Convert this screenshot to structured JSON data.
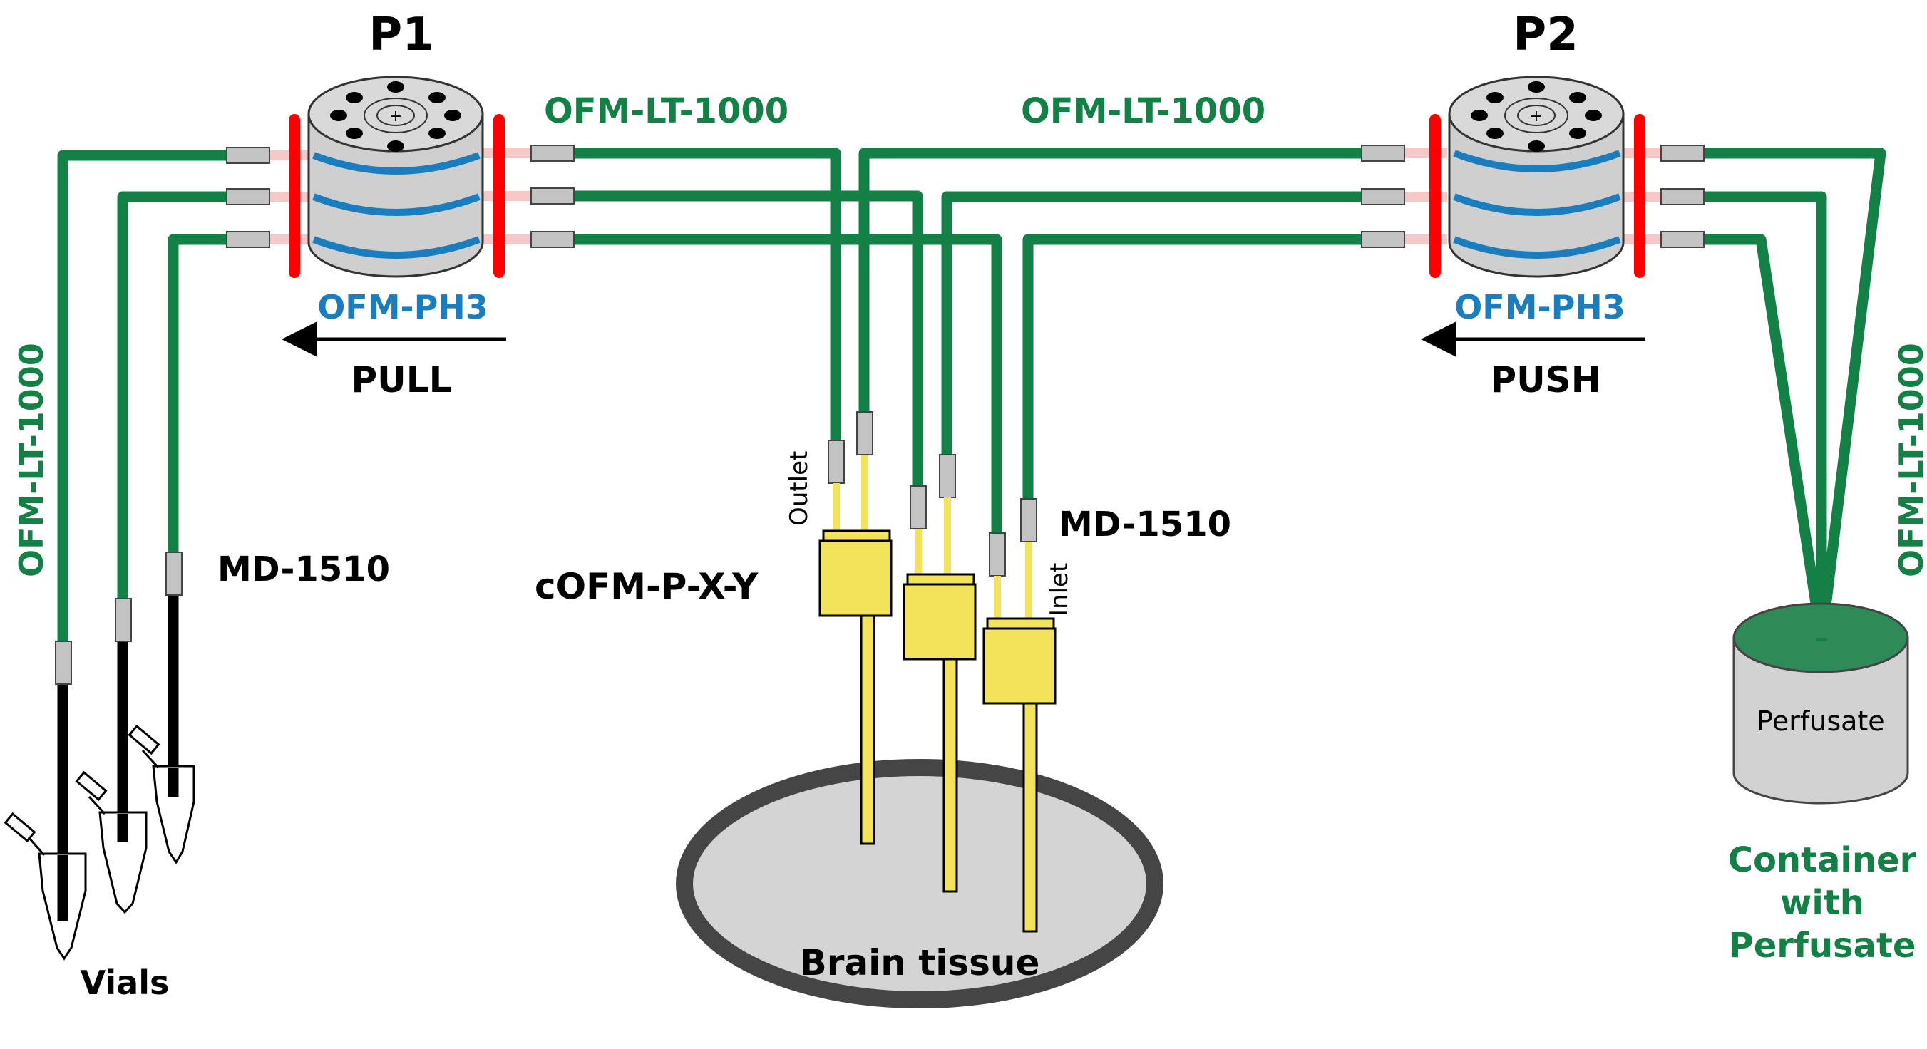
{
  "labels": {
    "p1": "P1",
    "p2": "P2",
    "tubing_p1_right": "OFM-LT-1000",
    "tubing_middle": "OFM-LT-1000",
    "tubing_left_vertical": "OFM-LT-1000",
    "tubing_right_vertical": "OFM-LT-1000",
    "pump_head_p1": "OFM-PH3",
    "pump_head_p2": "OFM-PH3",
    "pull": "PULL",
    "push": "PUSH",
    "md_left": "MD-1510",
    "md_center": "MD-1510",
    "outlet": "Outlet",
    "inlet": "Inlet",
    "probe": "cOFM-P-X-Y",
    "brain": "Brain tissue",
    "vials": "Vials",
    "perfusate": "Perfusate",
    "container_line1": "Container",
    "container_line2": "with",
    "container_line3": "Perfusate"
  },
  "colors": {
    "tubing_green": "#138045",
    "pump_blue": "#1a7dbd",
    "clamp_red": "#ff0000",
    "probe_yellow": "#f3e35a",
    "tissue_gray": "#d4d4d4",
    "black": "#000000"
  }
}
